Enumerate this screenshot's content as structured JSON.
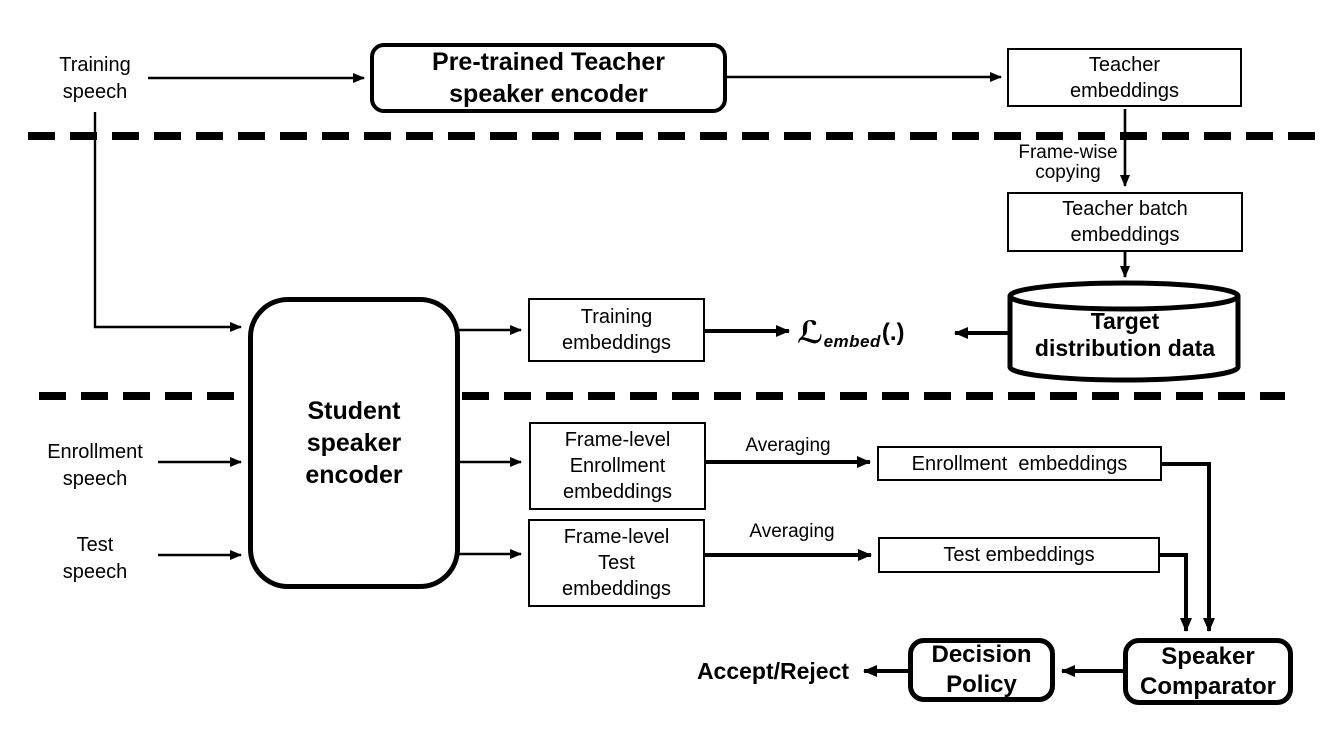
{
  "diagram": {
    "description": "Teacher-student speaker encoder block diagram",
    "colors": {
      "ink": "#000000",
      "paper": "#ffffff"
    },
    "nodes": {
      "training_speech": {
        "label": "Training\nspeech"
      },
      "teacher_encoder": {
        "label": "Pre-trained Teacher\nspeaker encoder"
      },
      "teacher_embeddings": {
        "label": "Teacher\nembeddings"
      },
      "teacher_batch": {
        "label": "Teacher batch\nembeddings"
      },
      "target_distribution": {
        "label": "Target\ndistribution data"
      },
      "training_embeddings": {
        "label": "Training\nembeddings"
      },
      "student_encoder": {
        "label": "Student\nspeaker\nencoder"
      },
      "enrollment_speech": {
        "label": "Enrollment\nspeech"
      },
      "test_speech": {
        "label": "Test\nspeech"
      },
      "frame_enrollment": {
        "label": "Frame-level\nEnrollment\nembeddings"
      },
      "frame_test": {
        "label": "Frame-level\nTest\nembeddings"
      },
      "enrollment_embeddings": {
        "label": "Enrollment  embeddings"
      },
      "test_embeddings": {
        "label": "Test embeddings"
      },
      "decision_policy": {
        "label": "Decision\nPolicy"
      },
      "speaker_comparator": {
        "label": "Speaker\nComparator"
      },
      "accept_reject": {
        "label": "Accept/Reject"
      }
    },
    "edge_labels": {
      "frame_wise": "Frame-wise\ncopying",
      "averaging_enrollment": "Averaging",
      "averaging_test": "Averaging"
    },
    "loss": {
      "script_l": "ℒ",
      "subscript": "embed",
      "args": "(.)"
    }
  }
}
